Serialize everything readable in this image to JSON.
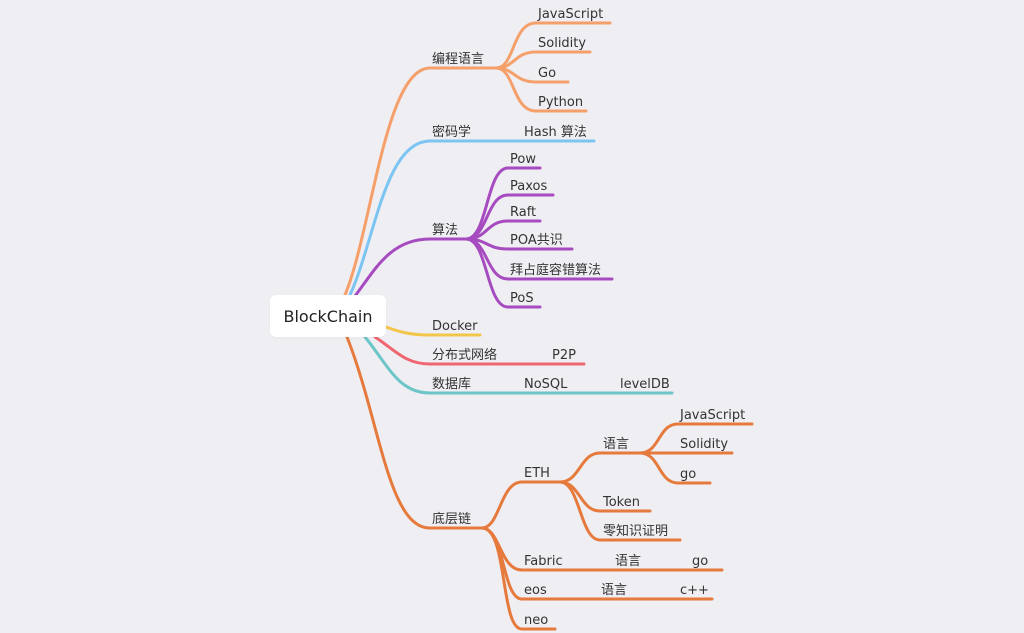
{
  "root": "BlockChain",
  "colors": {
    "background": "#efeef3",
    "lang": "#f5a06a",
    "crypto": "#7cc5f2",
    "algo": "#a64bc0",
    "docker": "#f2c64a",
    "p2p": "#ef6670",
    "db": "#6cc6c8",
    "chain": "#e67a3c"
  },
  "branches": {
    "lang": {
      "label": "编程语言",
      "children": [
        "JavaScript",
        "Solidity",
        "Go",
        "Python"
      ]
    },
    "crypto": {
      "label": "密码学",
      "children": [
        "Hash 算法"
      ]
    },
    "algo": {
      "label": "算法",
      "children": [
        "Pow",
        "Paxos",
        "Raft",
        "POA共识",
        "拜占庭容错算法",
        "PoS"
      ]
    },
    "docker": {
      "label": "Docker"
    },
    "p2p": {
      "label": "分布式网络",
      "children": [
        "P2P"
      ]
    },
    "db": {
      "label": "数据库",
      "child": "NoSQL",
      "grandchild": "levelDB"
    },
    "chain": {
      "label": "底层链",
      "eth": {
        "label": "ETH",
        "lang_label": "语言",
        "langs": [
          "JavaScript",
          "Solidity",
          "go"
        ],
        "token": "Token",
        "zk": "零知识证明"
      },
      "fabric": {
        "label": "Fabric",
        "lang_label": "语言",
        "lang": "go"
      },
      "eos": {
        "label": "eos",
        "lang_label": "语言",
        "lang": "c++"
      },
      "neo": {
        "label": "neo"
      }
    }
  }
}
